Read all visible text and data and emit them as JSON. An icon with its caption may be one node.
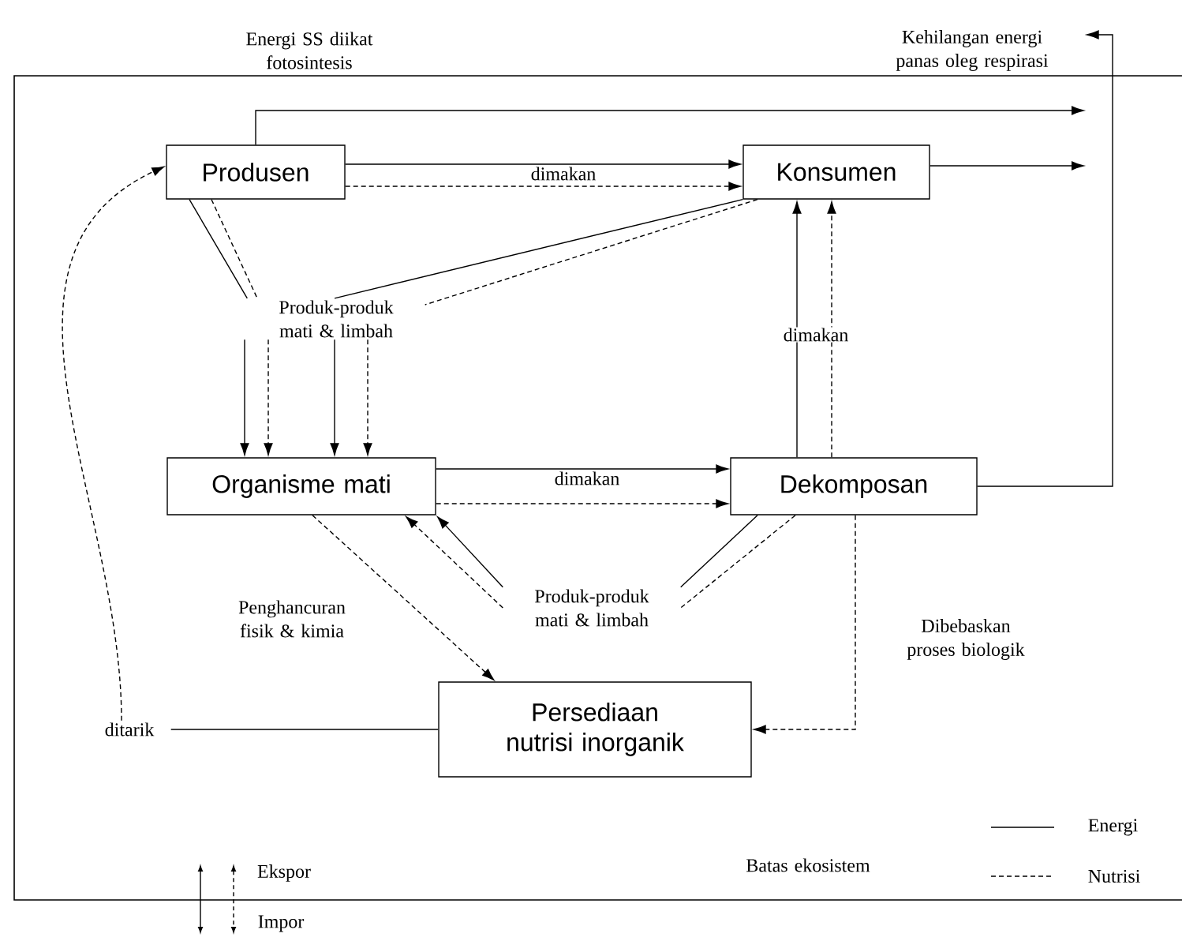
{
  "diagram": {
    "nodes": [
      {
        "text": [
          "Produsen"
        ]
      },
      {
        "text": [
          "Konsumen"
        ]
      },
      {
        "text": [
          "Produk-produk mati & limbah"
        ]
      },
      {
        "text": [
          "Organisme mati"
        ]
      },
      {
        "text": [
          "Dekomposan"
        ]
      },
      {
        "text": [
          "Produk-produk mati & limbah"
        ]
      },
      {
        "text": [
          "Persediaan nutrisi inorganik"
        ]
      },
      {
        "text": [
          "ditarik"
        ]
      },
      {
        "text": [
          "Kehilangan energi panas oleg respirasi"
        ]
      }
    ],
    "edges": [
      {
        "from": 0,
        "to": 1,
        "arrow": "to",
        "label": "dimakan"
      },
      {
        "from": 0,
        "to": 1,
        "arrow": "to",
        "style": "dashed"
      },
      {
        "from": 0,
        "to": null,
        "arrow": "to"
      },
      {
        "from": 1,
        "to": null,
        "arrow": "to"
      },
      {
        "from": 0,
        "to": 2,
        "arrow": "none"
      },
      {
        "from": 0,
        "to": 2,
        "arrow": "none",
        "style": "dashed"
      },
      {
        "from": 1,
        "to": 2,
        "arrow": "none"
      },
      {
        "from": 1,
        "to": 2,
        "arrow": "none",
        "style": "dashed"
      },
      {
        "from": 2,
        "to": 3,
        "arrow": "to"
      },
      {
        "from": 2,
        "to": 3,
        "arrow": "to",
        "style": "dashed"
      },
      {
        "from": 2,
        "to": 3,
        "arrow": "to"
      },
      {
        "from": 2,
        "to": 3,
        "arrow": "to",
        "style": "dashed"
      },
      {
        "from": 4,
        "to": 1,
        "arrow": "to",
        "label": "dimakan"
      },
      {
        "from": 4,
        "to": 1,
        "arrow": "to",
        "style": "dashed"
      },
      {
        "from": 3,
        "to": 4,
        "arrow": "to",
        "label": "dimakan"
      },
      {
        "from": 3,
        "to": 4,
        "arrow": "to",
        "style": "dashed"
      },
      {
        "from": 5,
        "to": 3,
        "arrow": "to"
      },
      {
        "from": 5,
        "to": 3,
        "arrow": "to",
        "style": "dashed"
      },
      {
        "from": 4,
        "to": 5,
        "arrow": "none"
      },
      {
        "from": 4,
        "to": 5,
        "arrow": "none",
        "style": "dashed"
      },
      {
        "from": 3,
        "to": 6,
        "arrow": "to",
        "style": "dashed",
        "label": "Penghancuran fisik & kimia"
      },
      {
        "from": 4,
        "to": 6,
        "arrow": "to",
        "style": "dashed",
        "label": "Dibebaskan proses biologik"
      },
      {
        "from": 6,
        "to": 7,
        "arrow": "none"
      },
      {
        "from": 7,
        "to": 0,
        "arrow": "to",
        "style": "dashed"
      },
      {
        "from": 4,
        "to": 8,
        "arrow": "to"
      }
    ],
    "labels": [
      "Energi SS diikat fotosintesis",
      "Batas ekosistem",
      "Ekspor",
      "Impor"
    ],
    "legend": [
      {
        "text": "Energi"
      },
      {
        "text": "Nutrisi"
      }
    ]
  }
}
